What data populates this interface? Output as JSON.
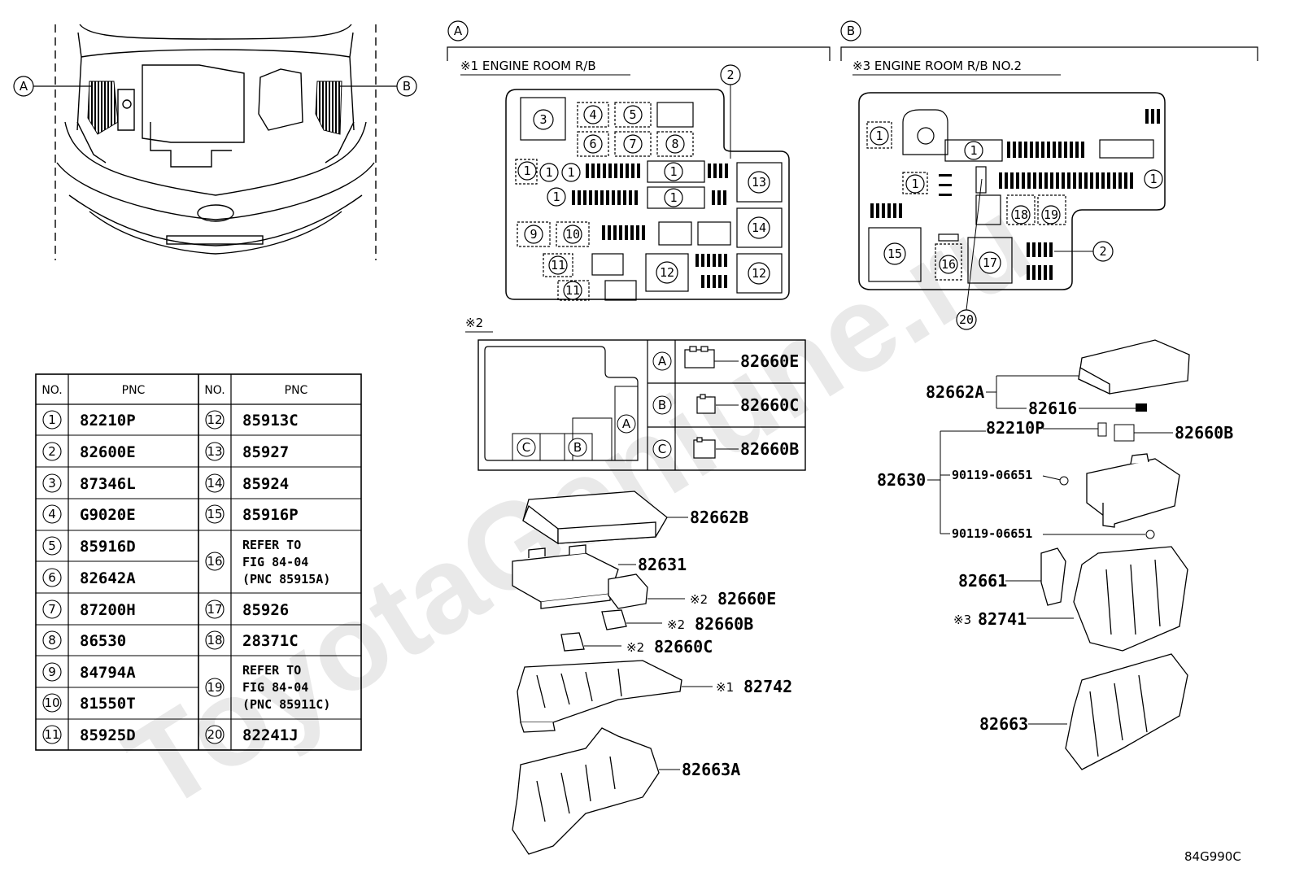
{
  "watermark": "ToyotaGeniune.ru",
  "diagram_code": "84G990C",
  "locator": {
    "a": "A",
    "b": "B"
  },
  "section_a": {
    "tag": "A",
    "title": "※1 ENGINE ROOM R/B",
    "box_callouts": [
      "3",
      "4",
      "5",
      "6",
      "7",
      "8",
      "1",
      "1",
      "1",
      "1",
      "1",
      "1",
      "1",
      "13",
      "14",
      "9",
      "10",
      "11",
      "11",
      "12",
      "12",
      "2"
    ],
    "sub_tag": "※2",
    "sub_slots": [
      "A",
      "B",
      "C"
    ],
    "sub_rows": [
      {
        "key": "A",
        "pnc": "82660E"
      },
      {
        "key": "B",
        "pnc": "82660C"
      },
      {
        "key": "C",
        "pnc": "82660B"
      }
    ]
  },
  "section_b": {
    "tag": "B",
    "title": "※3 ENGINE ROOM R/B NO.2",
    "box_callouts": [
      "1",
      "1",
      "1",
      "1",
      "18",
      "19",
      "15",
      "16",
      "17",
      "2",
      "20"
    ]
  },
  "parts_left": [
    {
      "pnc": "82662B"
    },
    {
      "pnc": "82631"
    },
    {
      "prefix": "※2",
      "pnc": "82660E"
    },
    {
      "prefix": "※2",
      "pnc": "82660B"
    },
    {
      "prefix": "※2",
      "pnc": "82660C"
    },
    {
      "prefix": "※1",
      "pnc": "82742"
    },
    {
      "pnc": "82663A"
    }
  ],
  "parts_right": {
    "p82662A": "82662A",
    "p82616": "82616",
    "p82210P": "82210P",
    "p82660B": "82660B",
    "p82630": "82630",
    "bolt1": "90119-06651",
    "bolt2": "90119-06651",
    "p82661": "82661",
    "p82741_prefix": "※3",
    "p82741": "82741",
    "p82663": "82663"
  },
  "table": {
    "headers": [
      "NO.",
      "PNC",
      "NO.",
      "PNC"
    ],
    "left": [
      {
        "no": "1",
        "pnc": "82210P"
      },
      {
        "no": "2",
        "pnc": "82600E"
      },
      {
        "no": "3",
        "pnc": "87346L"
      },
      {
        "no": "4",
        "pnc": "G9020E"
      },
      {
        "no": "5",
        "pnc": "85916D"
      },
      {
        "no": "6",
        "pnc": "82642A"
      },
      {
        "no": "7",
        "pnc": "87200H"
      },
      {
        "no": "8",
        "pnc": "86530"
      },
      {
        "no": "9",
        "pnc": "84794A"
      },
      {
        "no": "10",
        "pnc": "81550T"
      },
      {
        "no": "11",
        "pnc": "85925D"
      }
    ],
    "right": [
      {
        "no": "12",
        "pnc": "85913C"
      },
      {
        "no": "13",
        "pnc": "85927"
      },
      {
        "no": "14",
        "pnc": "85924"
      },
      {
        "no": "15",
        "pnc": "85916P"
      },
      {
        "no": "16",
        "ref": [
          "REFER TO",
          "FIG 84-04",
          "(PNC 85915A)"
        ]
      },
      {
        "no": "17",
        "pnc": "85926"
      },
      {
        "no": "18",
        "pnc": "28371C"
      },
      {
        "no": "19",
        "ref": [
          "REFER TO",
          "FIG 84-04",
          "(PNC 85911C)"
        ]
      },
      {
        "no": "20",
        "pnc": "82241J"
      }
    ]
  }
}
